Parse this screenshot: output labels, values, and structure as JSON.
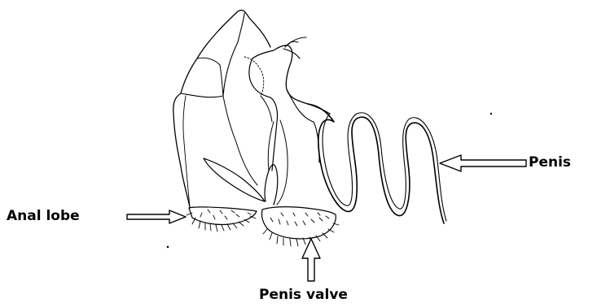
{
  "labels": {
    "anal_lobe": "Anal lobe",
    "penis": "Penis",
    "penis_valve": "Penis valve"
  },
  "colors": {
    "ink": "#000000",
    "background": "#ffffff"
  }
}
